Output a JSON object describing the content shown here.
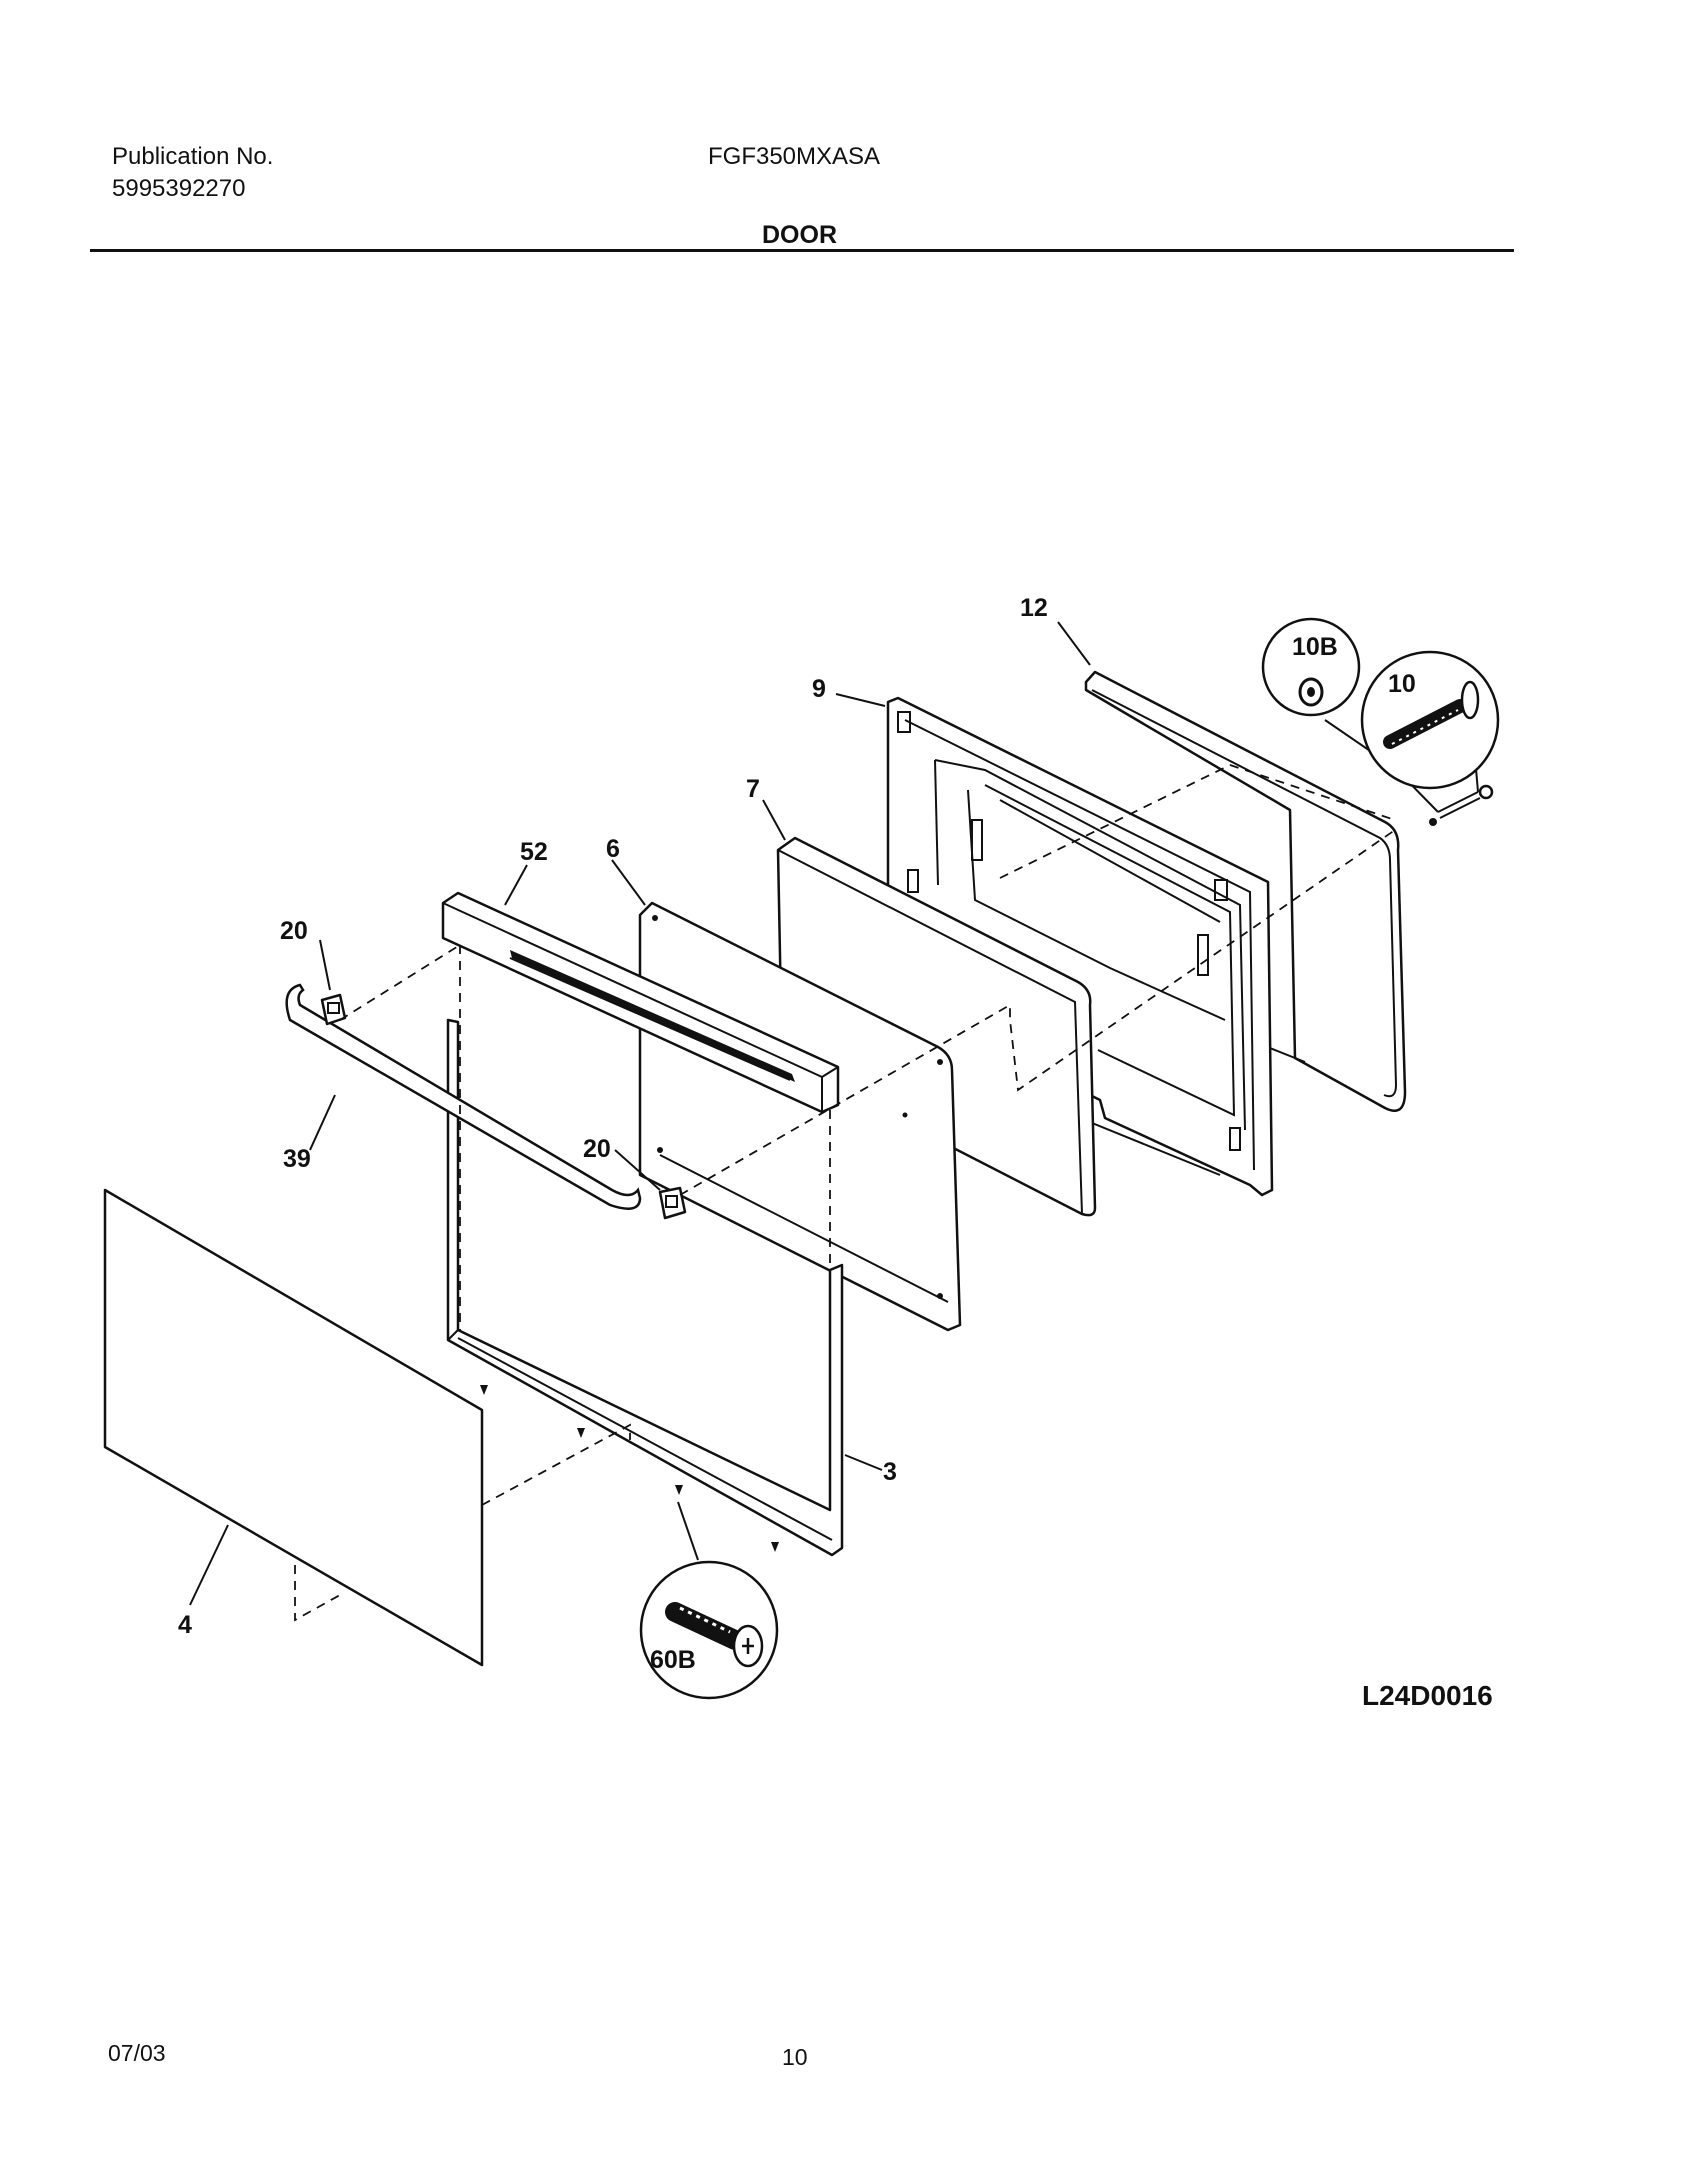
{
  "header": {
    "publication_label": "Publication No.",
    "publication_number": "5995392270",
    "model": "FGF350MXASA",
    "section_title": "DOOR"
  },
  "diagram": {
    "code": "L24D0016",
    "callouts": {
      "p12": "12",
      "p9": "9",
      "p10b": "10B",
      "p10": "10",
      "p7": "7",
      "p6": "6",
      "p52": "52",
      "p20a": "20",
      "p20b": "20",
      "p39": "39",
      "p3": "3",
      "p4": "4",
      "p60b": "60B"
    }
  },
  "footer": {
    "date": "07/03",
    "page_number": "10"
  }
}
